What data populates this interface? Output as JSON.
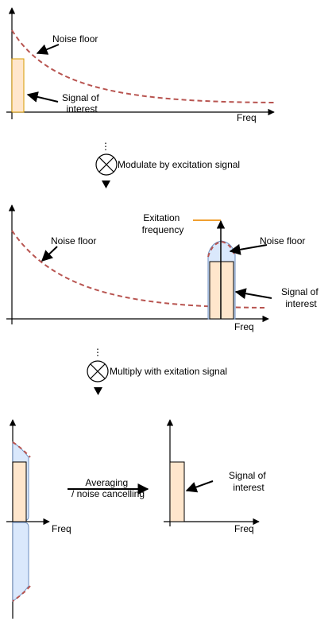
{
  "colors": {
    "noise_curve": "#b85450",
    "signal_fill": "#ffe6cc",
    "signal_stroke": "#d79b00",
    "envelope_fill": "#dae8fc",
    "envelope_stroke": "#6c8ebf",
    "excitation_line": "#f0a030",
    "line": "#000000"
  },
  "panel1": {
    "noise_floor": "Noise floor",
    "signal_of_interest": [
      "Signal of",
      "interest"
    ],
    "freq": "Freq"
  },
  "step1": {
    "label": "Modulate by excitation signal",
    "icon": "multiply-circle-icon"
  },
  "panel2": {
    "excitation_frequency": [
      "Exitation",
      "frequency"
    ],
    "noise_floor_left": "Noise floor",
    "noise_floor_right": "Noise floor",
    "signal_of_interest": [
      "Signal of",
      "interest"
    ],
    "freq": "Freq"
  },
  "step2": {
    "label": "Multiply with  exitation signal",
    "icon": "multiply-circle-icon"
  },
  "panel3": {
    "freq_left": "Freq",
    "averaging": [
      "Averaging",
      "/ noise cancelling"
    ],
    "signal_of_interest": [
      "Signal of",
      "interest"
    ],
    "freq_right": "Freq"
  }
}
